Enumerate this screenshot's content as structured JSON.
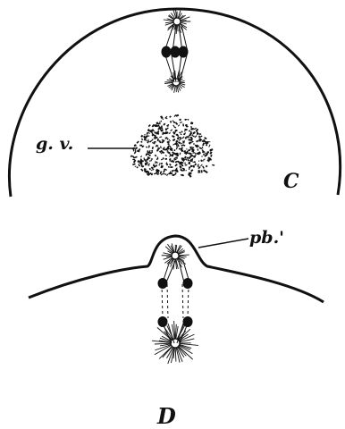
{
  "figure": {
    "panel_c": {
      "label": "C",
      "callout": "g. v."
    },
    "panel_d": {
      "label": "D",
      "callout": "pb.'"
    }
  }
}
